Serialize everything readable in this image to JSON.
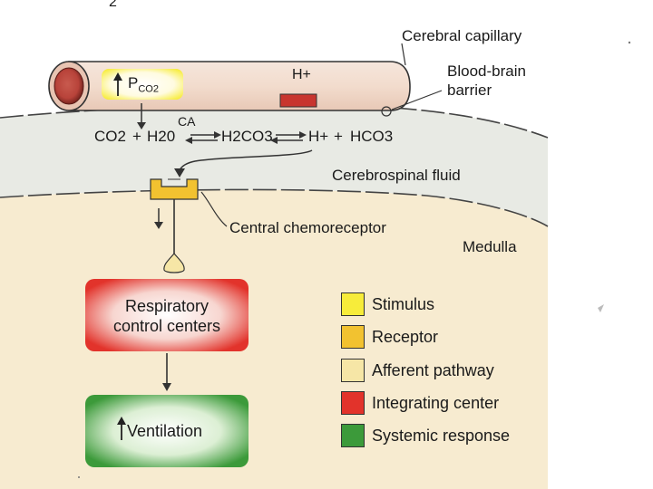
{
  "diagram": {
    "top_fragment": "2",
    "labels": {
      "capillary": "Cerebral capillary",
      "bbb": "Blood-brain\nbarrier",
      "csf": "Cerebrospinal fluid",
      "chemoreceptor": "Central chemoreceptor",
      "medulla": "Medulla",
      "ca": "CA",
      "h_plus": "H+",
      "pco2_main": "P",
      "pco2_sub": "CO2"
    },
    "equation": {
      "co2": "CO2",
      "plus1": "+",
      "h2o": "H20",
      "h2co3": "H2CO3",
      "h": "H+",
      "plus2": "+",
      "hco3": "HCO3"
    },
    "boxes": {
      "respiratory": "Respiratory\ncontrol centers",
      "ventilation": "Ventilation"
    },
    "legend": [
      {
        "label": "Stimulus",
        "color": "#f7ec3a"
      },
      {
        "label": "Receptor",
        "color": "#f2c230"
      },
      {
        "label": "Afferent pathway",
        "color": "#f6e6a6"
      },
      {
        "label": "Integrating center",
        "color": "#e2332b"
      },
      {
        "label": "Systemic response",
        "color": "#3c9a3a"
      }
    ],
    "colors": {
      "csf_band": "#e8eae4",
      "medulla": "#f7ebd0",
      "capillary": "#f2dccd",
      "rbc": "#b8433a",
      "h_box": "#c8352e",
      "receptor": "#f2c230",
      "respiratory_box": "#e2332b",
      "ventilation_box": "#3c9a3a"
    }
  }
}
